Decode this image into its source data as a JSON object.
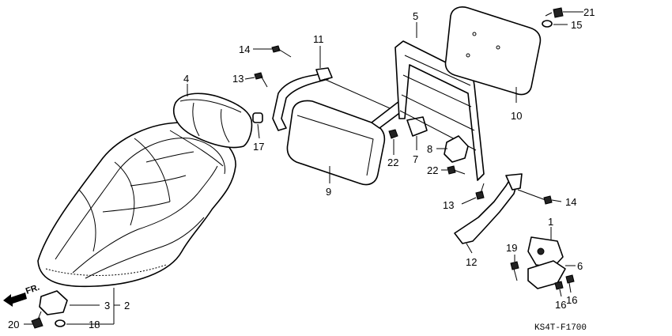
{
  "diagram_code": "KS4T-F1700",
  "front_indicator": "FR.",
  "callouts": [
    {
      "id": "c1",
      "label": "1"
    },
    {
      "id": "c2",
      "label": "2"
    },
    {
      "id": "c3",
      "label": "3"
    },
    {
      "id": "c4",
      "label": "4"
    },
    {
      "id": "c5",
      "label": "5"
    },
    {
      "id": "c6",
      "label": "6"
    },
    {
      "id": "c7",
      "label": "7"
    },
    {
      "id": "c8",
      "label": "8"
    },
    {
      "id": "c9",
      "label": "9"
    },
    {
      "id": "c10",
      "label": "10"
    },
    {
      "id": "c11",
      "label": "11"
    },
    {
      "id": "c12",
      "label": "12"
    },
    {
      "id": "c13a",
      "label": "13"
    },
    {
      "id": "c13b",
      "label": "13"
    },
    {
      "id": "c14a",
      "label": "14"
    },
    {
      "id": "c14b",
      "label": "14"
    },
    {
      "id": "c15",
      "label": "15"
    },
    {
      "id": "c16a",
      "label": "16"
    },
    {
      "id": "c16b",
      "label": "16"
    },
    {
      "id": "c17",
      "label": "17"
    },
    {
      "id": "c18",
      "label": "18"
    },
    {
      "id": "c19",
      "label": "19"
    },
    {
      "id": "c20",
      "label": "20"
    },
    {
      "id": "c21",
      "label": "21"
    },
    {
      "id": "c22a",
      "label": "22"
    },
    {
      "id": "c22b",
      "label": "22"
    }
  ]
}
